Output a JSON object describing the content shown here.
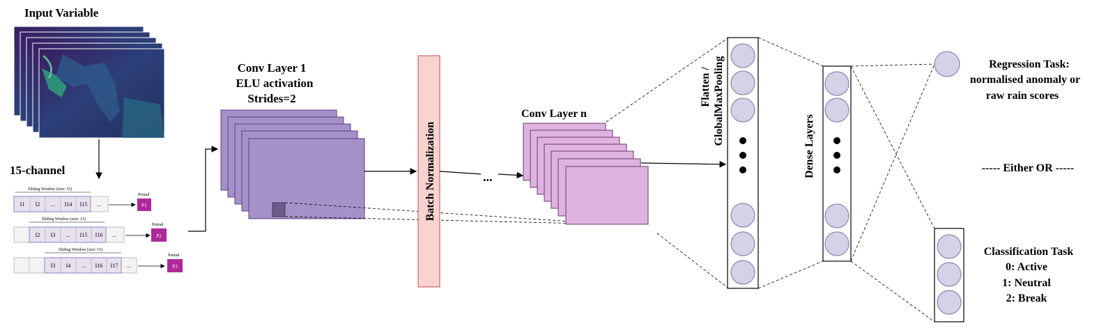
{
  "title": "Input Variable",
  "channel_label": "15-channel",
  "sliding_windows": [
    {
      "caption": "Sliding Window (size: 15)",
      "cells": [
        "I1",
        "I2",
        "...",
        "I14",
        "I15",
        "..."
      ],
      "output_label": "Pentad",
      "output": "P1"
    },
    {
      "caption": "Sliding Window (size: 15)",
      "cells": [
        "",
        "I2",
        "I3",
        "...",
        "I15",
        "I16",
        "..."
      ],
      "output_label": "Pentad",
      "output": "P2"
    },
    {
      "caption": "Sliding Window (size: 15)",
      "cells": [
        "",
        "",
        "I3",
        "I4",
        "...",
        "I16",
        "I17",
        "..."
      ],
      "output_label": "Pentad",
      "output": "P3"
    }
  ],
  "conv1": {
    "line1": "Conv Layer 1",
    "line2": "ELU activation",
    "line3": "Strides=2"
  },
  "batch_norm": "Batch Normalization",
  "ellipsis": "...",
  "conv_n": "Conv Layer n",
  "flatten": {
    "line1": "Flatten /",
    "line2": "GlobalMaxPooling"
  },
  "dense": "Dense Layers",
  "regression": {
    "line1": "Regression Task:",
    "line2": "normalised anomaly or",
    "line3": "raw rain scores"
  },
  "either_or": "----- Either OR -----",
  "classification": {
    "line1": "Classification Task",
    "line2": "0: Active",
    "line3": "1: Neutral",
    "line4": "2: Break"
  },
  "colors": {
    "conv1_fill": "#a591c8",
    "conv1_stroke": "#5a3d8a",
    "convn_fill": "#dfb3df",
    "convn_stroke": "#6a3a6a",
    "bn_fill": "#f9d3cf",
    "bn_stroke": "#c0504d",
    "neuron_fill": "#d4d2e8",
    "neuron_stroke": "#8a88a8",
    "pentad_fill": "#b0279b",
    "window_fill": "#e8e0ee",
    "map_bg": "#3b1d5c"
  }
}
